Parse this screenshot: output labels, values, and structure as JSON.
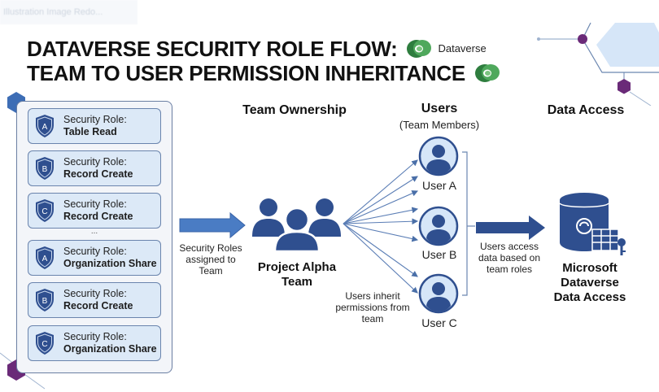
{
  "watermark": "Illustration Image Redo...",
  "title": {
    "line1": "DATAVERSE SECURITY ROLE FLOW:",
    "line2": "TEAM TO USER PERMISSION INHERITANCE",
    "brand_label": "Dataverse",
    "logo_icon": "dataverse-logo-icon"
  },
  "roles_panel": {
    "roles": [
      {
        "badge": "A",
        "label": "Security Role:",
        "name": "Table Read"
      },
      {
        "badge": "B",
        "label": "Security Role:",
        "name": "Record Create"
      },
      {
        "badge": "C",
        "label": "Security Role:",
        "name": "Record Create"
      },
      {
        "badge": "A",
        "label": "Security Role:",
        "name": "Organization Share"
      },
      {
        "badge": "B",
        "label": "Security Role:",
        "name": "Record Create"
      },
      {
        "badge": "C",
        "label": "Security Role:",
        "name": "Organization Share"
      }
    ],
    "ellipsis": "..."
  },
  "team": {
    "heading": "Team Ownership",
    "arrow_caption": "Security Roles assigned to Team",
    "name_line1": "Project Alpha",
    "name_line2": "Team"
  },
  "users": {
    "heading": "Users",
    "subheading": "(Team Members)",
    "list": [
      {
        "name": "User A"
      },
      {
        "name": "User B"
      },
      {
        "name": "User C"
      }
    ],
    "inherit_caption": "Users inherit permissions from team"
  },
  "data_access": {
    "heading": "Data Access",
    "arrow_caption": "Users access data based on team roles",
    "target_line1": "Microsoft",
    "target_line2": "Dataverse",
    "target_line3": "Data Access"
  },
  "colors": {
    "primary_navy": "#2f4f8f",
    "light_blue_arrow": "#4a7cc4",
    "role_fill": "#dce9f7",
    "accent_purple": "#6a2a78",
    "hex_blue": "#3d6db5",
    "dataverse_green": "#3a8a4a"
  }
}
